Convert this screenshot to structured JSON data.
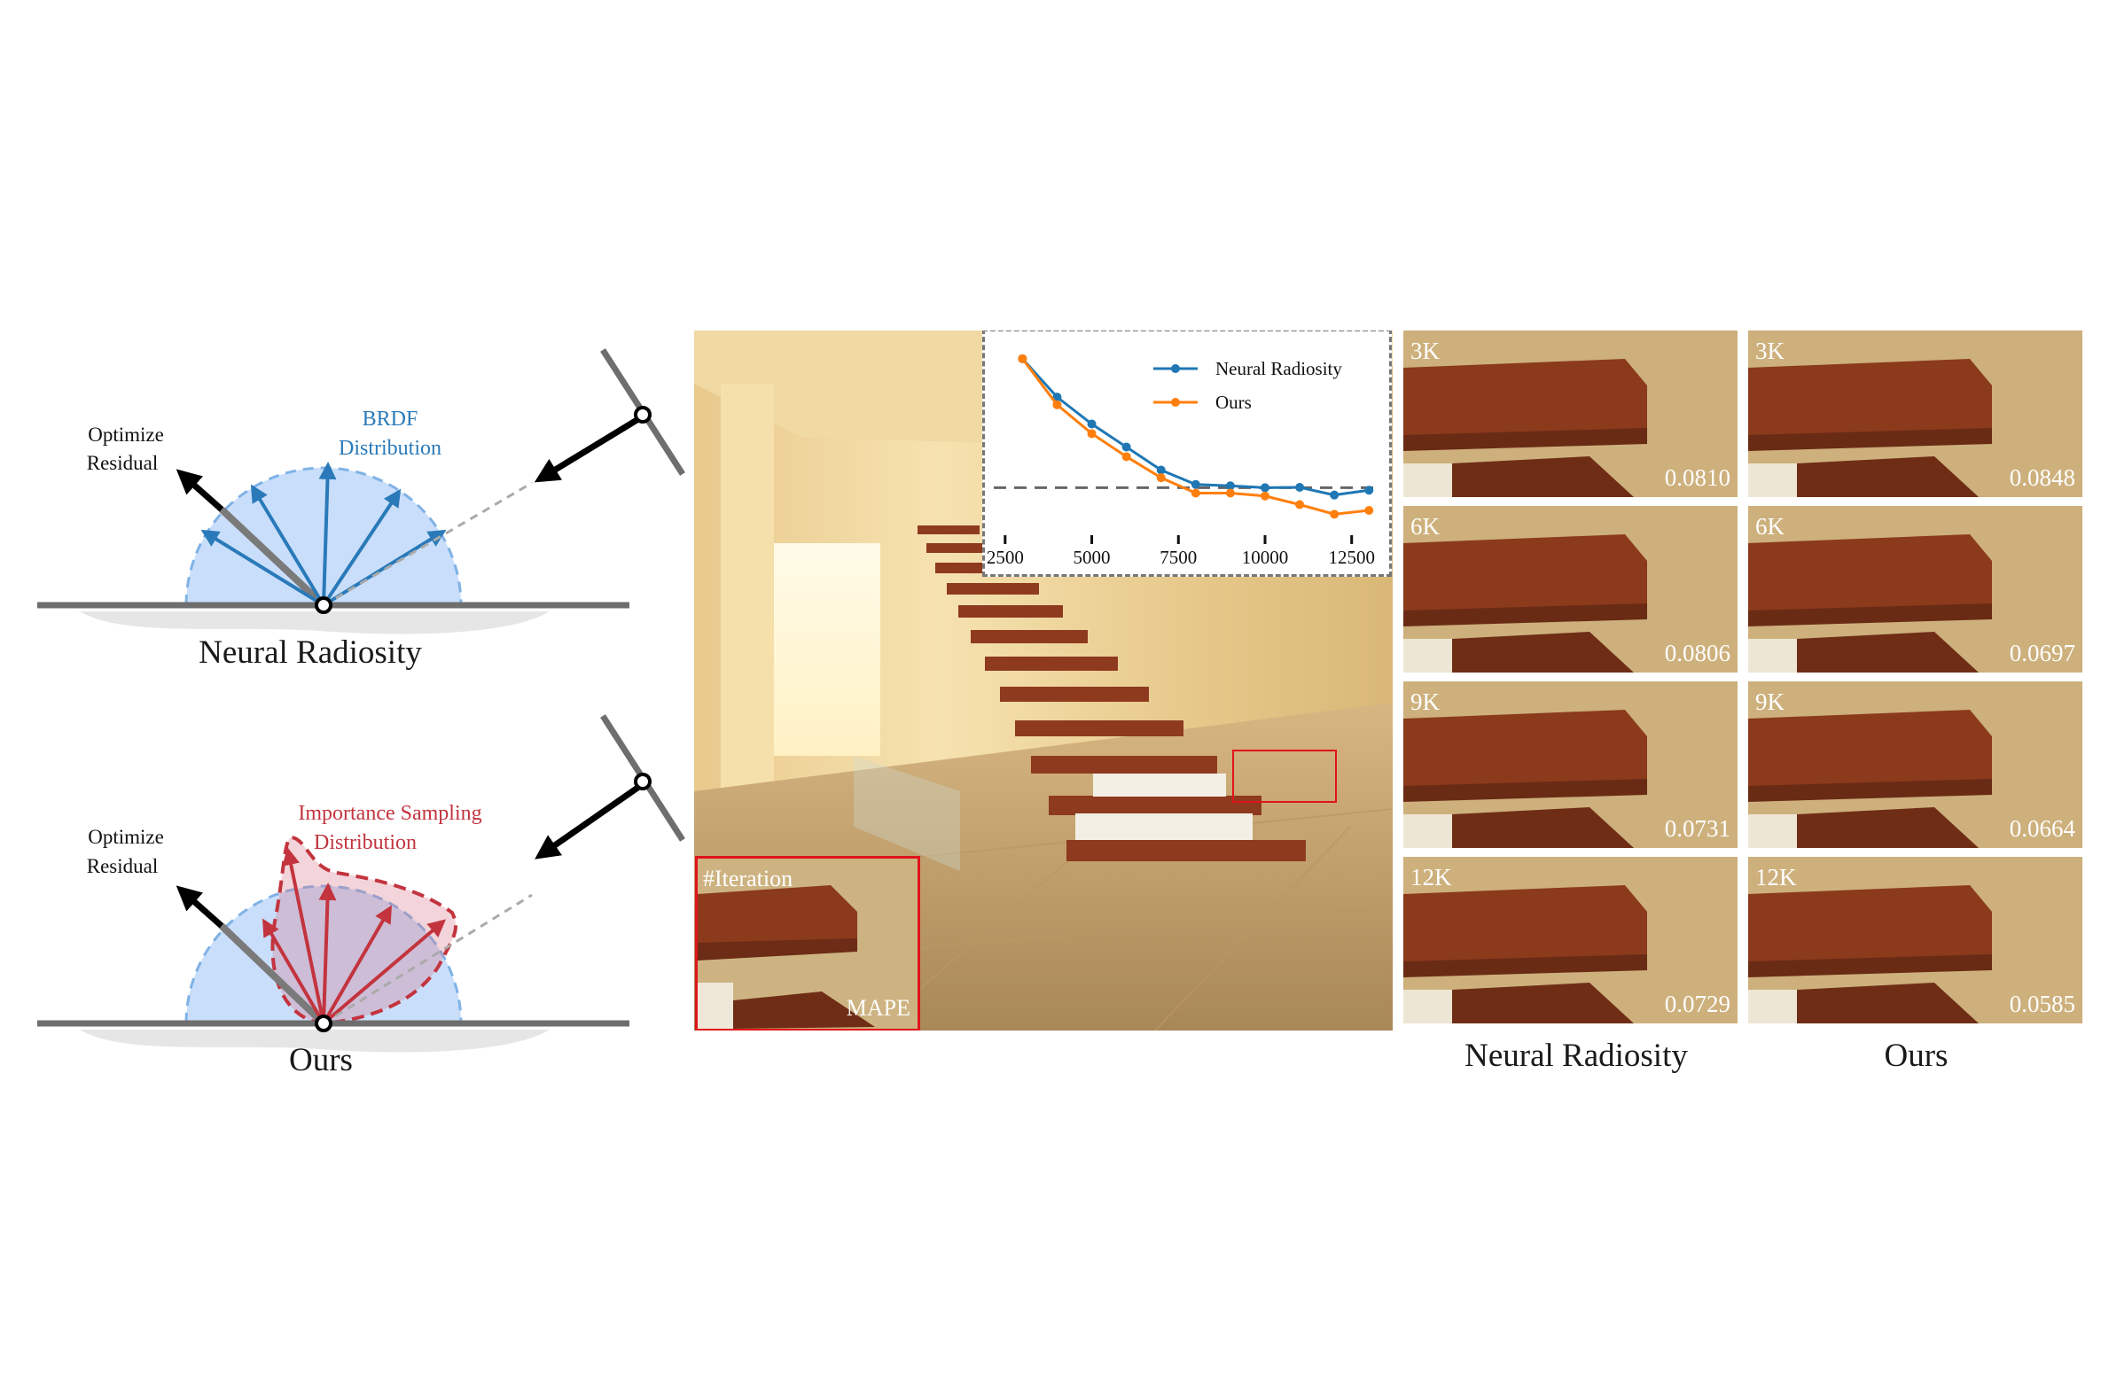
{
  "diagram_top": {
    "optimize_label_line1": "Optimize",
    "optimize_label_line2": "Residual",
    "dist_label_line1": "BRDF",
    "dist_label_line2": "Distribution",
    "caption": "Neural Radiosity"
  },
  "diagram_bottom": {
    "optimize_label_line1": "Optimize",
    "optimize_label_line2": "Residual",
    "dist_label_line1": "Importance Sampling",
    "dist_label_line2": "Distribution",
    "caption": "Ours"
  },
  "colors": {
    "blue": "#2a7ab9",
    "red": "#c3343e",
    "chart_blue": "#1f77b4",
    "chart_orange": "#ff7f0e",
    "highlight_red": "#e0141b"
  },
  "inset": {
    "iteration_label": "#Iteration",
    "metric_label": "MAPE"
  },
  "chart_data": {
    "type": "line",
    "x": [
      3000,
      4000,
      5000,
      6000,
      7000,
      8000,
      9000,
      10000,
      11000,
      12000,
      13000
    ],
    "series": [
      {
        "name": "Neural Radiosity",
        "values": [
          0.14,
          0.12,
          0.106,
          0.094,
          0.082,
          0.0745,
          0.0738,
          0.0728,
          0.073,
          0.069,
          0.0715
        ]
      },
      {
        "name": "Ours",
        "values": [
          0.14,
          0.116,
          0.101,
          0.089,
          0.078,
          0.07,
          0.07,
          0.0685,
          0.064,
          0.059,
          0.061
        ]
      }
    ],
    "xticks": [
      2500,
      5000,
      7500,
      10000,
      12500
    ],
    "xlim": [
      2300,
      13300
    ],
    "ylim": [
      0.055,
      0.145
    ],
    "reference_line": 0.0728,
    "legend_position": "top-right",
    "grid": false
  },
  "grid": {
    "column_captions": [
      "Neural Radiosity",
      "Ours"
    ],
    "rows": [
      {
        "iteration": "3K",
        "neural_radiosity": "0.0810",
        "ours": "0.0848"
      },
      {
        "iteration": "6K",
        "neural_radiosity": "0.0806",
        "ours": "0.0697"
      },
      {
        "iteration": "9K",
        "neural_radiosity": "0.0731",
        "ours": "0.0664"
      },
      {
        "iteration": "12K",
        "neural_radiosity": "0.0729",
        "ours": "0.0585"
      }
    ]
  }
}
